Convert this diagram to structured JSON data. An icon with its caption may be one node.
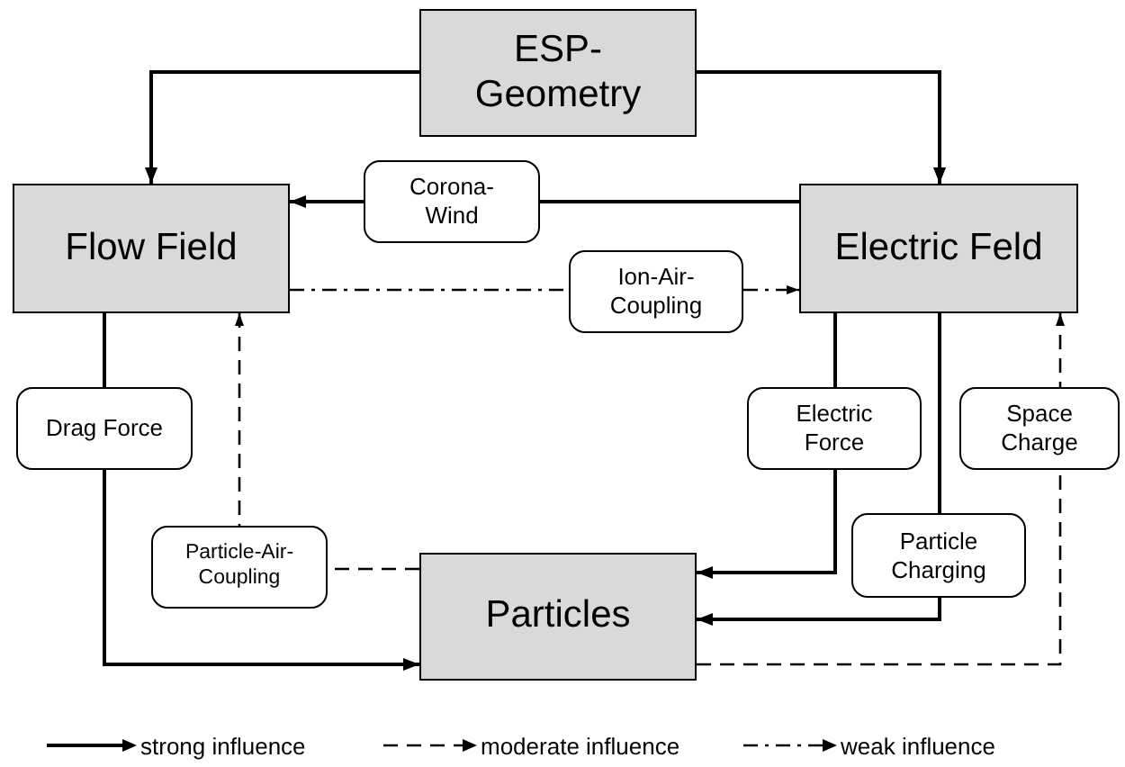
{
  "diagram": {
    "nodes": [
      {
        "text": [
          "ESP-Geometry"
        ]
      },
      {
        "text": [
          "Flow Field"
        ]
      },
      {
        "text": [
          "Electric Feld"
        ]
      },
      {
        "text": [
          "Particles"
        ]
      }
    ],
    "edges": [
      {
        "from": 0,
        "to": 1,
        "arrow": "to"
      },
      {
        "from": 0,
        "to": 2,
        "arrow": "to"
      },
      {
        "from": 2,
        "to": 1,
        "arrow": "to",
        "label": "Corona-Wind"
      },
      {
        "from": 1,
        "to": 2,
        "arrow": "to",
        "label": "Ion-Air-Coupling",
        "style": "dashed"
      },
      {
        "from": 1,
        "to": 3,
        "arrow": "to",
        "label": "Drag Force"
      },
      {
        "from": 3,
        "to": 1,
        "arrow": "to",
        "label": "Particle-Air-Coupling",
        "style": "dashed"
      },
      {
        "from": 2,
        "to": 3,
        "arrow": "to",
        "label": "Electric Force"
      },
      {
        "from": 2,
        "to": 3,
        "arrow": "to",
        "label": "Particle Charging"
      },
      {
        "from": 3,
        "to": 2,
        "arrow": "to",
        "label": "Space Charge",
        "style": "dashed"
      }
    ],
    "legend": [
      {
        "text": "strong influence"
      },
      {
        "text": "moderate influence"
      },
      {
        "text": "weak influence"
      }
    ]
  }
}
